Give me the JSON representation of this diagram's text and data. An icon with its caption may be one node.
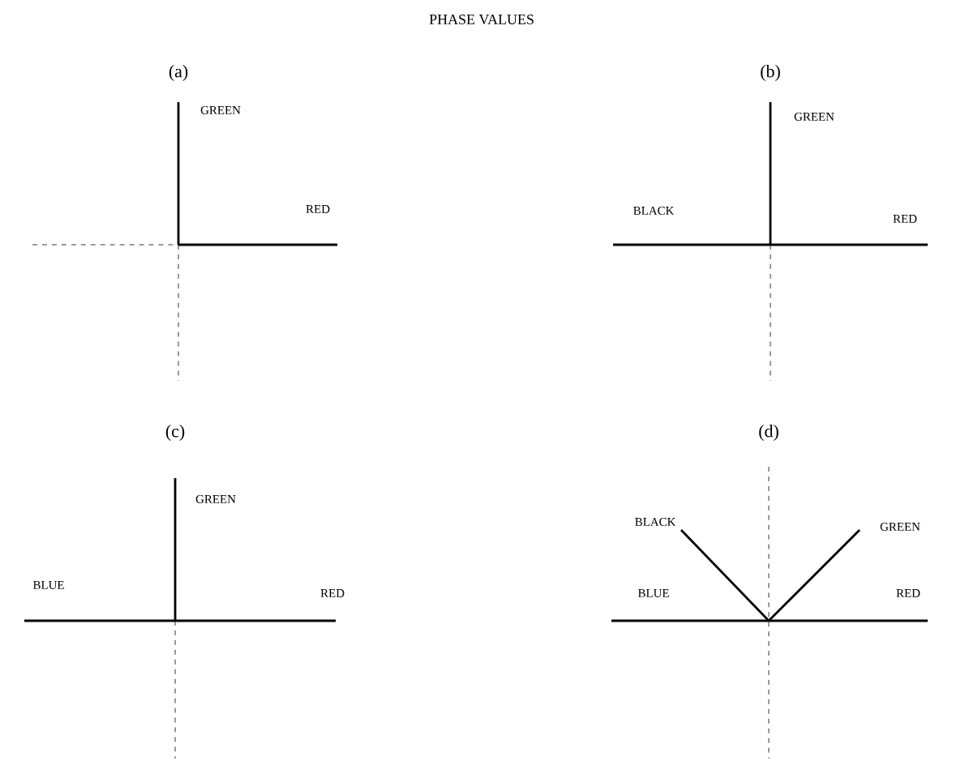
{
  "diagram": {
    "title": "PHASE VALUES",
    "labels": [
      "(a)",
      "GREEN",
      "RED",
      "(b)",
      "GREEN",
      "BLACK",
      "RED",
      "(c)",
      "GREEN",
      "BLUE",
      "RED",
      "(d)",
      "BLACK",
      "GREEN",
      "BLUE",
      "RED"
    ]
  }
}
